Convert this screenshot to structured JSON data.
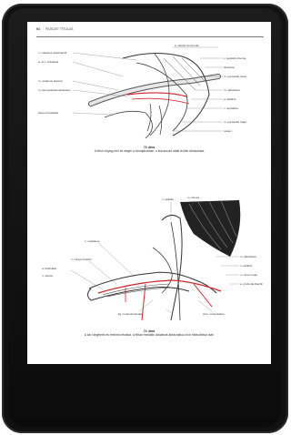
{
  "device": {
    "frame_color": "#111111",
    "screen_color": "#ffffff",
    "accent_red": "#d4252c"
  },
  "page": {
    "number": "64",
    "running_head": "FEJEZET TÍTULUS",
    "figure1": {
      "labels": [
        "n. cutaneus antebrachii",
        "a. et v. subclavia",
        "m. scalenus anterior",
        "m. sternocleidomastoideus",
        "plexus brachialis",
        "a. carotis communis",
        "v. jugularis interna",
        "clavicula",
        "m. pectoralis minor",
        "m. deltoideus",
        "a. axillaris",
        "v. cephalica",
        "m. pectoralis major",
        "costa I."
      ],
      "caption_num": "73. ábra",
      "caption_text": "A felső végtag erei és idegei a hónaljárokban, a kulcscsont alatti terület ábrázolása"
    },
    "figure2": {
      "labels": [
        "n. medianus",
        "m. biceps brachii",
        "a. brachialis",
        "n. ulnaris",
        "n. radialis",
        "m. triceps",
        "m. deltoideus",
        "n. axillaris",
        "m. teres major",
        "a. profunda brachii",
        "lig. coracoacromiale",
        "proc. coracoideus"
      ],
      "caption_num": "74. ábra",
      "caption_text": "A kar idegeinek és ereinek lefutása, a felkar mediális oldalának ábrázolása a bőr eltávolítása után"
    }
  }
}
